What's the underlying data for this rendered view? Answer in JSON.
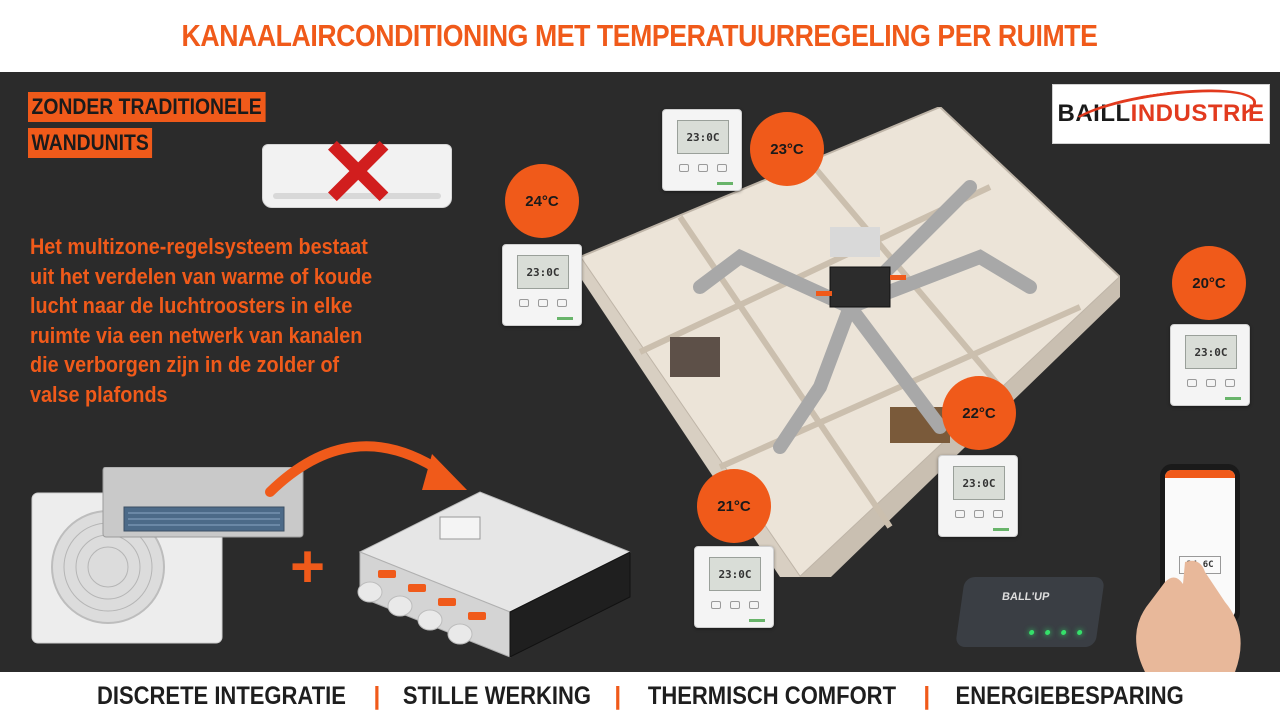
{
  "header": {
    "title": "KANAALAIRCONDITIONING MET TEMPERATUURREGELING PER RUIMTE"
  },
  "tag": {
    "line1": "ZONDER TRADITIONELE",
    "line2": "WANDUNITS"
  },
  "description": {
    "lines": [
      "Het multizone-regelsysteem bestaat",
      "uit het verdelen van warme of koude",
      "lucht naar de luchtroosters in elke",
      "ruimte via een netwerk van kanalen",
      "die verborgen zijn in de zolder of",
      "valse plafonds"
    ]
  },
  "brand": {
    "part1": "BAILL",
    "part2": "INDUSTRIE"
  },
  "temperatures": {
    "t1": "23°C",
    "t2": "24°C",
    "t3": "20°C",
    "t4": "22°C",
    "t5": "21°C"
  },
  "thermostat_display": "23:0C",
  "phone_display": "24.6C",
  "device_label": "BALL'UP",
  "footer": {
    "item1": "DISCRETE INTEGRATIE",
    "item2": "STILLE WERKING",
    "item3": "THERMISCH COMFORT",
    "item4": "ENERGIEBESPARING",
    "separator": "|"
  },
  "colors": {
    "accent": "#f05a1a",
    "background": "#2b2b2b",
    "text_dark": "#1e1e1e"
  }
}
